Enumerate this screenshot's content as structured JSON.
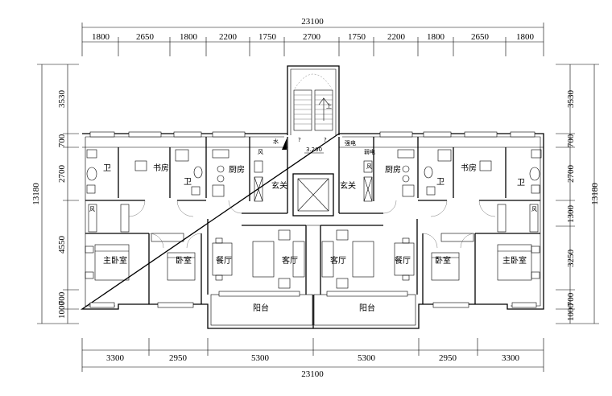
{
  "dimensions": {
    "top_total": "23100",
    "top_segments": [
      "1800",
      "2650",
      "1800",
      "2200",
      "1750",
      "2700",
      "1750",
      "2200",
      "1800",
      "2650",
      "1800"
    ],
    "bottom_segments": [
      "3300",
      "2950",
      "5300",
      "5300",
      "2950",
      "3300"
    ],
    "bottom_total": "23100",
    "left_total": "13180",
    "left_segments": [
      "3530",
      "700",
      "2700",
      "4550",
      "1000",
      "700"
    ],
    "right_total": "13180",
    "right_segments": [
      "3530",
      "700",
      "2700",
      "1300",
      "3250",
      "700",
      "1000"
    ]
  },
  "rooms": {
    "bath_left": "卫",
    "study_left": "书房",
    "bath2_left": "卫",
    "kitchen_left": "厨房",
    "wind_l1": "风",
    "entry_left": "玄关",
    "water": "水",
    "elevation": "3.200",
    "strong_elec": "强电",
    "weak_elec": "弱电",
    "wind_r1": "风",
    "entry_right": "玄关",
    "kitchen_right": "厨房",
    "bath2_right": "卫",
    "study_right": "书房",
    "bath_right": "卫",
    "wind_l2": "风",
    "wind_r2": "风",
    "master_left": "主卧室",
    "bedroom_left": "卧室",
    "dining_left": "餐厅",
    "living_left": "客厅",
    "living_right": "客厅",
    "dining_right": "餐厅",
    "bedroom_right": "卧室",
    "master_right": "主卧室",
    "balcony_left": "阳台",
    "balcony_right": "阳台",
    "stair_up": "上",
    "q1": "?",
    "q2": "?"
  }
}
